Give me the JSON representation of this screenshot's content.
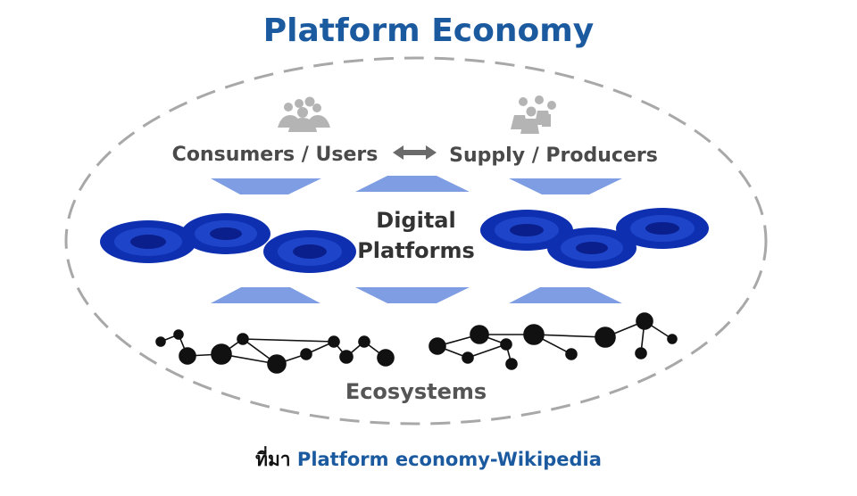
{
  "title": "Platform Economy",
  "diagram": {
    "consumers_label": "Consumers / Users",
    "producers_label": "Supply / Producers",
    "platforms_label_line1": "Digital",
    "platforms_label_line2": "Platforms",
    "ecosystems_label": "Ecosystems",
    "icons": {
      "consumers": "group-of-people-icon",
      "producers": "producers-group-icon",
      "exchange": "double-arrow-icon"
    },
    "colors": {
      "title": "#1c5aa0",
      "platform_dark": "#0d2fb0",
      "platform_mid": "#1c47c8",
      "arrow": "#7f9de3",
      "network": "#111111",
      "dashed_ellipse": "#a8a8a8"
    }
  },
  "source": {
    "prefix": "ที่มา",
    "link_text": "Platform economy-Wikipedia"
  }
}
